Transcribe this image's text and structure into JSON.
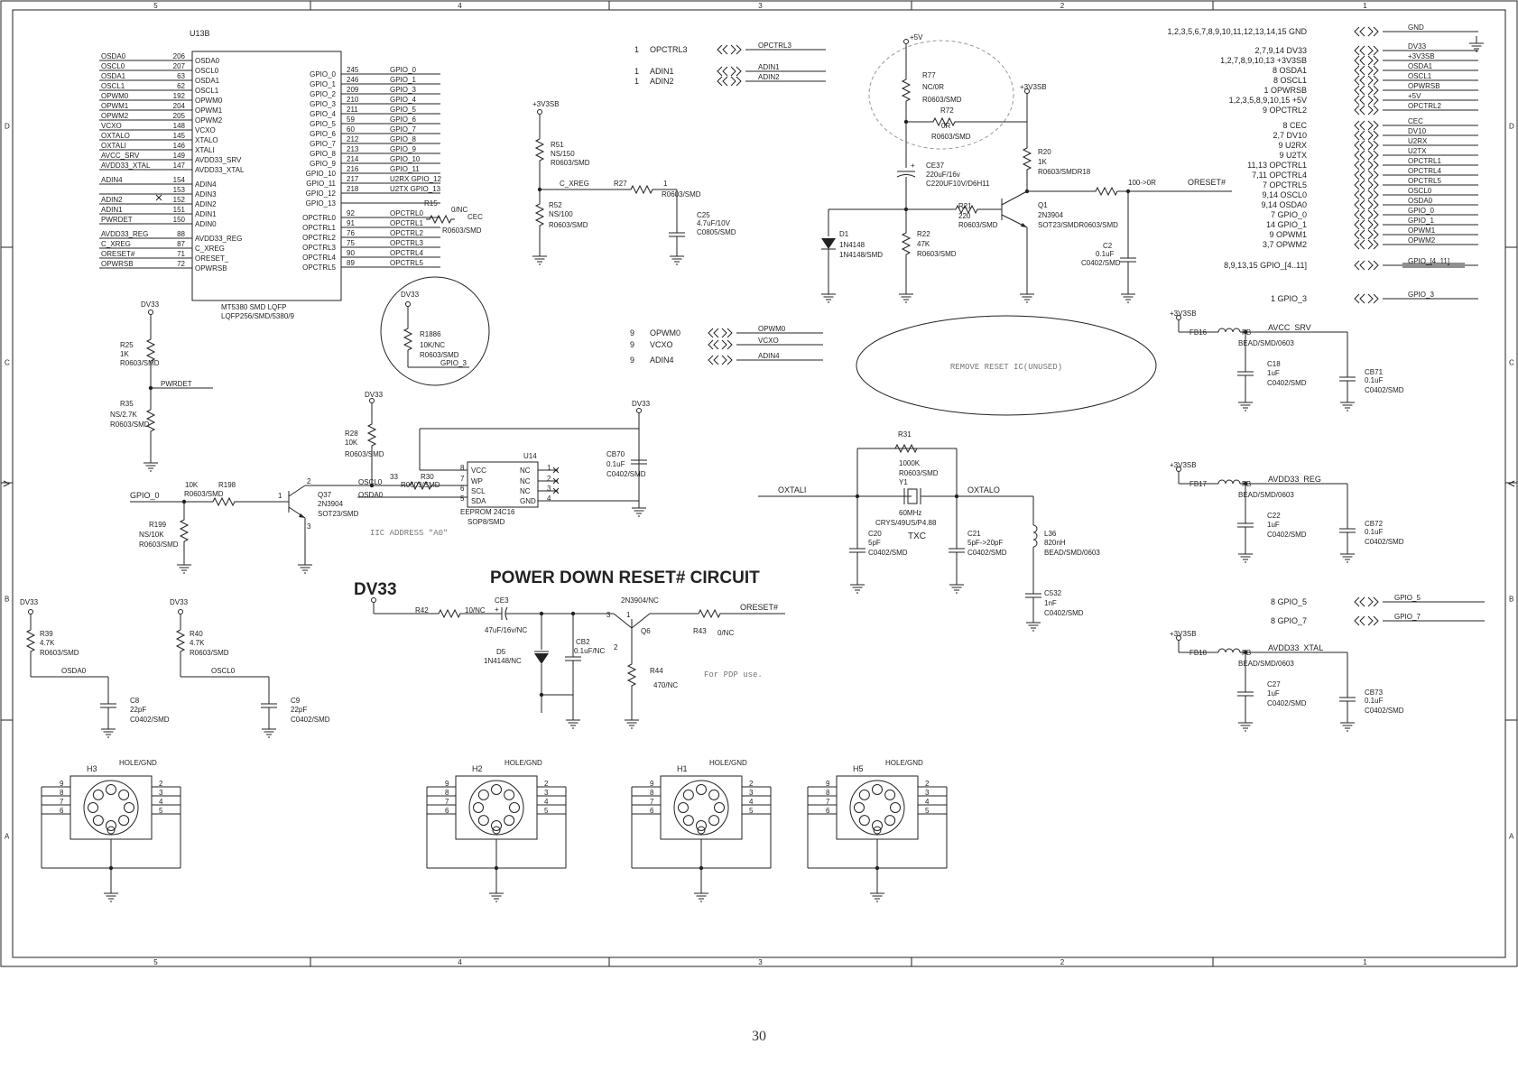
{
  "page_number": "30",
  "colors": {
    "ink": "#222222",
    "background": "#ffffff",
    "note_text": "#777777"
  },
  "border": {
    "columns": [
      "5",
      "4",
      "3",
      "2",
      "1"
    ],
    "rows": [
      "D",
      "C",
      "B",
      "A"
    ]
  },
  "headings": {
    "power_down": "POWER DOWN RESET# CIRCUIT",
    "dv33": "DV33",
    "remove_note": "REMOVE RESET IC(UNUSED)"
  },
  "u13b": {
    "ref": "U13B",
    "footer1": "MT5380 SMD LQFP",
    "footer2": "LQFP256/SMD/5380/9",
    "left_pins": [
      {
        "net": "OSDA0",
        "num": "206",
        "pin": "OSDA0"
      },
      {
        "net": "OSCL0",
        "num": "207",
        "pin": "OSCL0"
      },
      {
        "net": "OSDA1",
        "num": "63",
        "pin": "OSDA1"
      },
      {
        "net": "OSCL1",
        "num": "62",
        "pin": "OSCL1"
      },
      {
        "net": "OPWM0",
        "num": "192",
        "pin": "OPWM0"
      },
      {
        "net": "OPWM1",
        "num": "204",
        "pin": "OPWM1"
      },
      {
        "net": "OPWM2",
        "num": "205",
        "pin": "OPWM2"
      },
      {
        "net": "VCXO",
        "num": "148",
        "pin": "VCXO"
      },
      {
        "net": "OXTALO",
        "num": "145",
        "pin": "XTALO"
      },
      {
        "net": "OXTALI",
        "num": "146",
        "pin": "XTALI"
      },
      {
        "net": "AVCC_SRV",
        "num": "149",
        "pin": "AVDD33_SRV"
      },
      {
        "net": "AVDD33_XTAL",
        "num": "147",
        "pin": "AVDD33_XTAL"
      },
      {
        "net": "ADIN4",
        "num": "154",
        "pin": "ADIN4"
      },
      {
        "net": "",
        "num": "153",
        "pin": "ADIN3"
      },
      {
        "net": "ADIN2",
        "num": "152",
        "pin": "ADIN2"
      },
      {
        "net": "ADIN1",
        "num": "151",
        "pin": "ADIN1"
      },
      {
        "net": "PWRDET",
        "num": "150",
        "pin": "ADIN0"
      },
      {
        "net": "AVDD33_REG",
        "num": "88",
        "pin": "AVDD33_REG"
      },
      {
        "net": "C_XREG",
        "num": "87",
        "pin": "C_XREG"
      },
      {
        "net": "ORESET#",
        "num": "71",
        "pin": "ORESET_"
      },
      {
        "net": "OPWRSB",
        "num": "72",
        "pin": "OPWRSB"
      }
    ],
    "right_pins": [
      {
        "pin": "GPIO_0",
        "num": "245",
        "net": "GPIO_0"
      },
      {
        "pin": "GPIO_1",
        "num": "246",
        "net": "GPIO_1"
      },
      {
        "pin": "GPIO_2",
        "num": "209",
        "net": "GPIO_3"
      },
      {
        "pin": "GPIO_3",
        "num": "210",
        "net": "GPIO_4"
      },
      {
        "pin": "GPIO_4",
        "num": "211",
        "net": "GPIO_5"
      },
      {
        "pin": "GPIO_5",
        "num": "59",
        "net": "GPIO_6"
      },
      {
        "pin": "GPIO_6",
        "num": "60",
        "net": "GPIO_7"
      },
      {
        "pin": "GPIO_7",
        "num": "212",
        "net": "GPIO_8"
      },
      {
        "pin": "GPIO_8",
        "num": "213",
        "net": "GPIO_9"
      },
      {
        "pin": "GPIO_9",
        "num": "214",
        "net": "GPIO_10"
      },
      {
        "pin": "GPIO_10",
        "num": "216",
        "net": "GPIO_11"
      },
      {
        "pin": "GPIO_11",
        "num": "217",
        "net": "U2RX  GPIO_12"
      },
      {
        "pin": "GPIO_12",
        "num": "218",
        "net": "U2TX  GPIO_13"
      },
      {
        "pin": "GPIO_13",
        "num": "",
        "net": ""
      },
      {
        "pin": "OPCTRL0",
        "num": "92",
        "net": "OPCTRL0"
      },
      {
        "pin": "OPCTRL1",
        "num": "91",
        "net": "OPCTRL1"
      },
      {
        "pin": "OPCTRL2",
        "num": "76",
        "net": "OPCTRL2"
      },
      {
        "pin": "OPCTRL3",
        "num": "75",
        "net": "OPCTRL3"
      },
      {
        "pin": "OPCTRL4",
        "num": "90",
        "net": "OPCTRL4"
      },
      {
        "pin": "OPCTRL5",
        "num": "89",
        "net": "OPCTRL5"
      }
    ],
    "r15": {
      "ref": "R15",
      "value": "0/NC",
      "net": "CEC",
      "pkg": "R0603/SMD"
    }
  },
  "connectors_mid": {
    "top": [
      {
        "pin": "1",
        "name": "OPCTRL3",
        "net": "OPCTRL3"
      },
      {
        "pin": "1",
        "name": "ADIN1",
        "net": "ADIN1"
      },
      {
        "pin": "1",
        "name": "ADIN2",
        "net": "ADIN2"
      }
    ],
    "bottom": [
      {
        "pin": "9",
        "name": "OPWM0",
        "net": "OPWM0"
      },
      {
        "pin": "9",
        "name": "VCXO",
        "net": "VCXO"
      },
      {
        "pin": "9",
        "name": "ADIN4",
        "net": "ADIN4"
      }
    ]
  },
  "connectors_right": [
    {
      "pins": "1,2,3,5,6,7,8,9,10,11,12,13,14,15",
      "name": "GND",
      "net": "GND"
    },
    {
      "pins": "2,7,9,14",
      "name": "DV33",
      "net": "DV33"
    },
    {
      "pins": "1,2,7,8,9,10,13",
      "name": "+3V3SB",
      "net": "+3V3SB"
    },
    {
      "pins": "8",
      "name": "OSDA1",
      "net": "OSDA1"
    },
    {
      "pins": "8",
      "name": "OSCL1",
      "net": "OSCL1"
    },
    {
      "pins": "1",
      "name": "OPWRSB",
      "net": "OPWRSB"
    },
    {
      "pins": "1,2,3,5,8,9,10,15",
      "name": "+5V",
      "net": "+5V"
    },
    {
      "pins": "9",
      "name": "OPCTRL2",
      "net": "OPCTRL2"
    },
    {
      "pins": "8",
      "name": "CEC",
      "net": "CEC"
    },
    {
      "pins": "2,7",
      "name": "DV10",
      "net": "DV10"
    },
    {
      "pins": "9",
      "name": "U2RX",
      "net": "U2RX"
    },
    {
      "pins": "9",
      "name": "U2TX",
      "net": "U2TX"
    },
    {
      "pins": "11,13",
      "name": "OPCTRL1",
      "net": "OPCTRL1"
    },
    {
      "pins": "7,11",
      "name": "OPCTRL4",
      "net": "OPCTRL4"
    },
    {
      "pins": "7",
      "name": "OPCTRL5",
      "net": "OPCTRL5"
    },
    {
      "pins": "9,14",
      "name": "OSCL0",
      "net": "OSCL0"
    },
    {
      "pins": "9,14",
      "name": "OSDA0",
      "net": "OSDA0"
    },
    {
      "pins": "7",
      "name": "GPIO_0",
      "net": "GPIO_0"
    },
    {
      "pins": "14",
      "name": "GPIO_1",
      "net": "GPIO_1"
    },
    {
      "pins": "9",
      "name": "OPWM1",
      "net": "OPWM1"
    },
    {
      "pins": "3,7",
      "name": "OPWM2",
      "net": "OPWM2"
    },
    {
      "pins": "8,9,13,15",
      "name": "GPIO_[4..11]",
      "net": "GPIO_[4..11]"
    },
    {
      "pins": "1",
      "name": "GPIO_3",
      "net": "GPIO_3"
    }
  ],
  "gpio57": [
    {
      "pins": "8",
      "name": "GPIO_5",
      "net": "GPIO_5"
    },
    {
      "pins": "8",
      "name": "GPIO_7",
      "net": "GPIO_7"
    }
  ],
  "reset_circuit": {
    "p5v": "+5V",
    "p3v3sb": "+3V3SB",
    "r77": {
      "ref": "R77",
      "value": "NC/0R",
      "pkg": "R0603/SMD"
    },
    "r72": {
      "ref": "R72",
      "value": "0R",
      "pkg": "R0603/SMD"
    },
    "ce37": {
      "ref": "CE37",
      "value": "220uF/16v",
      "pkg": "C220UF10V/D6H11"
    },
    "r20": {
      "ref": "R20",
      "value": "1K",
      "pkg": "R0603/SMD",
      "extra": "R18"
    },
    "r21": {
      "ref": "R21",
      "value": "220",
      "pkg": "R0603/SMD"
    },
    "q1": {
      "ref": "Q1",
      "value": "2N3904",
      "pkg": "SOT23/SMD",
      "extra": "R0603/SMD"
    },
    "r18_value": "100->0R",
    "net_oreset": "ORESET#",
    "d1": {
      "ref": "D1",
      "value": "1N4148",
      "pkg": "1N4148/SMD"
    },
    "r22": {
      "ref": "R22",
      "value": "47K",
      "pkg": "R0603/SMD"
    },
    "c2": {
      "ref": "C2",
      "value": "0.1uF",
      "pkg": "C0402/SMD"
    }
  },
  "r51_block": {
    "rail": "+3V3SB",
    "r51": {
      "ref": "R51",
      "value": "NS/150",
      "pkg": "R0603/SMD"
    },
    "r52": {
      "ref": "R52",
      "value": "NS/100",
      "pkg": "R0603/SMD"
    },
    "net": "C_XREG",
    "r27": {
      "ref": "R27",
      "value": "1",
      "pkg": "R0603/SMD"
    },
    "c25": {
      "ref": "C25",
      "value": "4.7uF/10V",
      "pkg": "C0805/SMD"
    }
  },
  "r1886": {
    "rail": "DV33",
    "ref": "R1886",
    "value": "10K/NC",
    "pkg": "R0603/SMD",
    "net": "GPIO_3"
  },
  "pwrdet_block": {
    "rail": "DV33",
    "r25": {
      "ref": "R25",
      "value": "1K",
      "pkg": "R0603/SMD"
    },
    "net": "PWRDET",
    "r35": {
      "ref": "R35",
      "value": "NS/2.7K",
      "pkg": "R0603/SMD"
    }
  },
  "eeprom_block": {
    "rail": "DV33",
    "r28": {
      "ref": "R28",
      "value": "10K",
      "pkg": "R0603/SMD"
    },
    "gpio_net": "GPIO_0",
    "r198": {
      "ref": "R198",
      "value": "10K",
      "pkg": "R0603/SMD"
    },
    "r199": {
      "ref": "R199",
      "value": "NS/10K",
      "pkg": "R0603/SMD"
    },
    "q37": {
      "ref": "Q37",
      "value": "2N3904",
      "pkg": "SOT23/SMD"
    },
    "r30": {
      "ref": "R30",
      "value": "33",
      "pkg": "R0603/SMD"
    },
    "osclo": "OSCL0",
    "osda0": "OSDA0",
    "u14": {
      "ref": "U14",
      "name": "EEPROM 24C16",
      "pkg": "SOP8/SMD",
      "left": [
        {
          "num": "8",
          "pin": "VCC"
        },
        {
          "num": "7",
          "pin": "WP"
        },
        {
          "num": "6",
          "pin": "SCL"
        },
        {
          "num": "5",
          "pin": "SDA"
        }
      ],
      "right": [
        {
          "num": "1",
          "pin": "NC"
        },
        {
          "num": "2",
          "pin": "NC"
        },
        {
          "num": "3",
          "pin": "NC"
        },
        {
          "num": "4",
          "pin": "GND"
        }
      ]
    },
    "cb70": {
      "ref": "CB70",
      "value": "0.1uF",
      "pkg": "C0402/SMD"
    },
    "iic_note": "IIC ADDRESS \"A0\"",
    "rail2": "DV33"
  },
  "crystal_block": {
    "r31": {
      "ref": "R31",
      "value": "1000K",
      "pkg": "R0603/SMD"
    },
    "oxtali": "OXTALI",
    "oxtalo": "OXTALO",
    "y1": {
      "ref": "Y1",
      "value": "60MHz",
      "pkg": "CRYS/49US/P4.88",
      "label": "TXC"
    },
    "c20": {
      "ref": "C20",
      "value": "5pF",
      "pkg": "C0402/SMD"
    },
    "c21": {
      "ref": "C21",
      "value": "5pF->20pF",
      "pkg": "C0402/SMD"
    },
    "l36": {
      "ref": "L36",
      "value": "820nH",
      "pkg": "BEAD/SMD/0603"
    },
    "c532": {
      "ref": "C532",
      "value": "1nF",
      "pkg": "C0402/SMD"
    }
  },
  "power_down": {
    "r42": {
      "ref": "R42",
      "value": "10/NC"
    },
    "ce3": {
      "ref": "CE3",
      "value": "47uF/16v/NC"
    },
    "q6": {
      "ref": "Q6",
      "value": "2N3904/NC"
    },
    "r43": {
      "ref": "R43",
      "value": "0/NC"
    },
    "net": "ORESET#",
    "d5": {
      "ref": "D5",
      "value": "1N4148/NC"
    },
    "cb2": {
      "ref": "CB2",
      "value": "0.1uF/NC"
    },
    "r44": {
      "ref": "R44",
      "value": "470/NC"
    },
    "note": "For PDP use."
  },
  "osc_pullups": [
    {
      "rail": "DV33",
      "ref": "R39",
      "value": "4.7K",
      "pkg": "R0603/SMD",
      "net": "OSDA0",
      "cap": {
        "ref": "C8",
        "value": "22pF",
        "pkg": "C0402/SMD"
      }
    },
    {
      "rail": "DV33",
      "ref": "R40",
      "value": "4.7K",
      "pkg": "R0603/SMD",
      "net": "OSCL0",
      "cap": {
        "ref": "C9",
        "value": "22pF",
        "pkg": "C0402/SMD"
      }
    }
  ],
  "beads": [
    {
      "rail": "+3V3SB",
      "ref": "FB16",
      "type": "FB",
      "net": "AVCC_SRV",
      "pkg": "BEAD/SMD/0603",
      "c1": {
        "ref": "C18",
        "value": "1uF",
        "pkg": "C0402/SMD"
      },
      "c2": {
        "ref": "CB71",
        "value": "0.1uF",
        "pkg": "C0402/SMD"
      }
    },
    {
      "rail": "+3V3SB",
      "ref": "FB17",
      "type": "FB",
      "net": "AVDD33_REG",
      "pkg": "BEAD/SMD/0603",
      "c1": {
        "ref": "C22",
        "value": "1uF",
        "pkg": "C0402/SMD"
      },
      "c2": {
        "ref": "CB72",
        "value": "0.1uF",
        "pkg": "C0402/SMD"
      }
    },
    {
      "rail": "+3V3SB",
      "ref": "FB18",
      "type": "FB",
      "net": "AVDD33_XTAL",
      "pkg": "BEAD/SMD/0603",
      "c1": {
        "ref": "C27",
        "value": "1uF",
        "pkg": "C0402/SMD"
      },
      "c2": {
        "ref": "CB73",
        "value": "0.1uF",
        "pkg": "C0402/SMD"
      }
    }
  ],
  "holes": [
    {
      "ref": "H3",
      "label": "HOLE/GND",
      "left": [
        "9",
        "8",
        "7",
        "6"
      ],
      "right": [
        "2",
        "3",
        "4",
        "5"
      ]
    },
    {
      "ref": "H2",
      "label": "HOLE/GND",
      "left": [
        "9",
        "8",
        "7",
        "6"
      ],
      "right": [
        "2",
        "3",
        "4",
        "5"
      ]
    },
    {
      "ref": "H1",
      "label": "HOLE/GND",
      "left": [
        "9",
        "8",
        "7",
        "6"
      ],
      "right": [
        "2",
        "3",
        "4",
        "5"
      ]
    },
    {
      "ref": "H5",
      "label": "HOLE/GND",
      "left": [
        "9",
        "8",
        "7",
        "6"
      ],
      "right": [
        "2",
        "3",
        "4",
        "5"
      ]
    }
  ]
}
